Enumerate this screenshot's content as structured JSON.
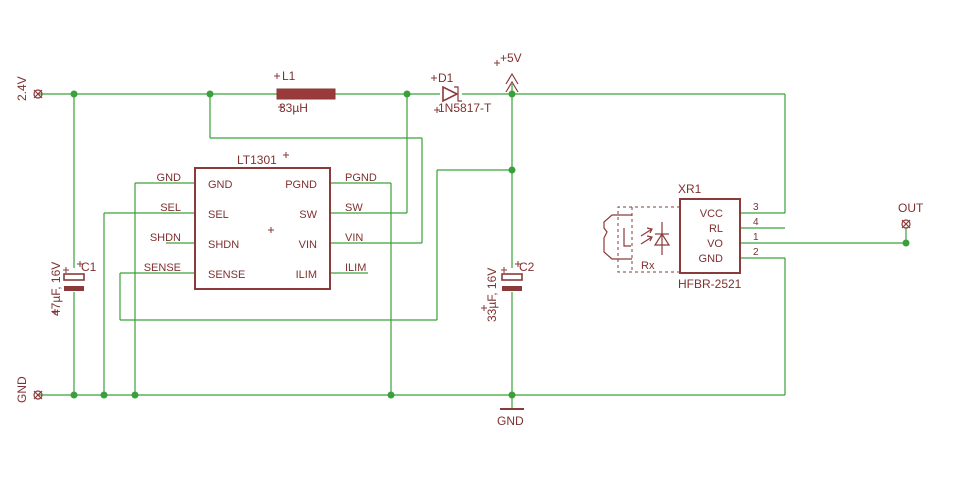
{
  "nets": {
    "vin": "2.4V",
    "gnd_left": "GND",
    "vcc": "+5V",
    "gnd_bottom": "GND",
    "out": "OUT"
  },
  "parts": {
    "l1": {
      "name": "L1",
      "value": "33µH"
    },
    "d1": {
      "name": "D1",
      "value": "1N5817-T"
    },
    "c1": {
      "name": "C1",
      "value": "47µF, 16V"
    },
    "c2": {
      "name": "C2",
      "value": "33µF, 16V"
    },
    "u1": {
      "name": "LT1301",
      "pins_left": [
        "GND",
        "SEL",
        "SHDN",
        "SENSE"
      ],
      "pins_right": [
        "PGND",
        "SW",
        "VIN",
        "ILIM"
      ],
      "ext_left": [
        "GND",
        "SEL",
        "SHDN",
        "SENSE"
      ],
      "ext_right": [
        "PGND",
        "SW",
        "VIN",
        "ILIM"
      ]
    },
    "xr1": {
      "name": "XR1",
      "value": "HFBR-2521",
      "pins": [
        "VCC",
        "RL",
        "VO",
        "GND"
      ],
      "pin_numbers": [
        "3",
        "4",
        "1",
        "2"
      ],
      "rx_label": "Rx"
    }
  },
  "colors": {
    "wire": "#3aa03a",
    "part": "#8b3a3a",
    "text": "#7f3030"
  }
}
